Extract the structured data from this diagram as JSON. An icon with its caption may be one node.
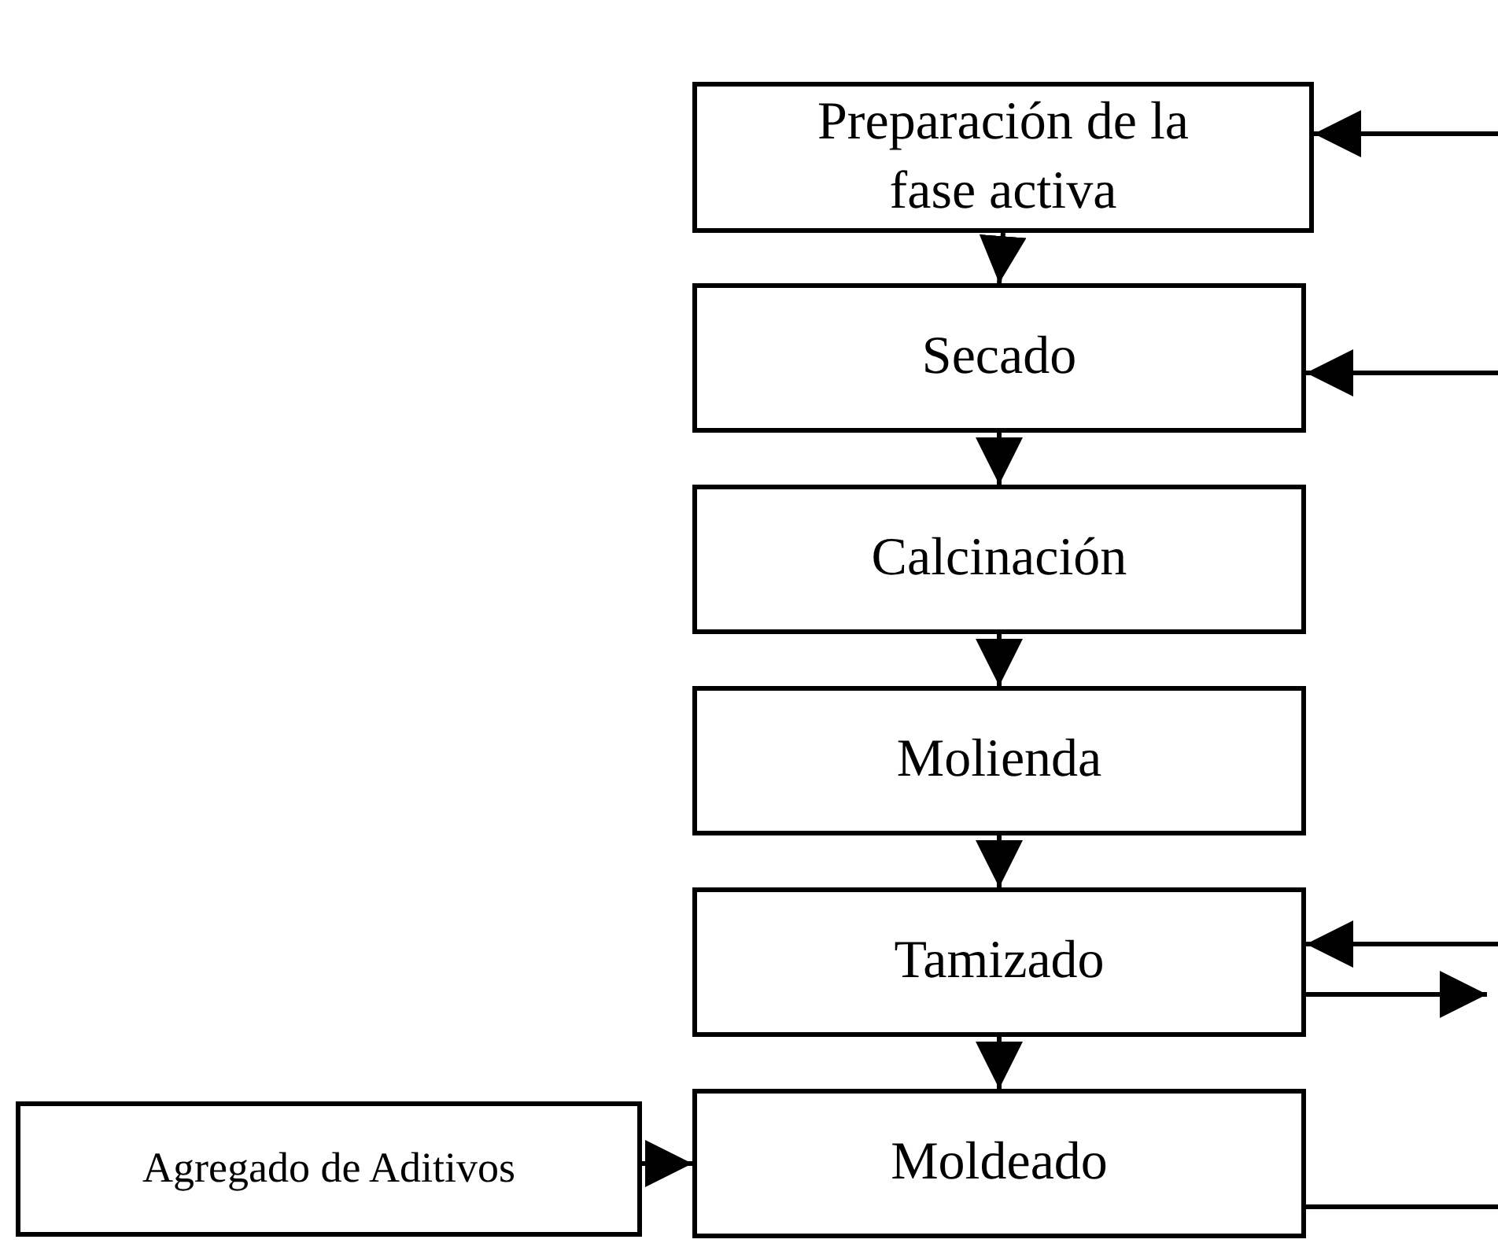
{
  "diagram": {
    "nodes": [
      {
        "text": [
          "Preparación de la fase activa"
        ]
      },
      {
        "text": [
          "Secado"
        ]
      },
      {
        "text": [
          "Calcinación"
        ]
      },
      {
        "text": [
          "Molienda"
        ]
      },
      {
        "text": [
          "Tamizado"
        ]
      },
      {
        "text": [
          "Moldeado"
        ]
      },
      {
        "text": [
          "Agregado de Aditivos"
        ]
      }
    ],
    "edges": [
      {
        "from": null,
        "to": 0,
        "arrow": "to"
      },
      {
        "from": 0,
        "to": 1,
        "arrow": "to"
      },
      {
        "from": null,
        "to": 1,
        "arrow": "to"
      },
      {
        "from": 1,
        "to": 2,
        "arrow": "to"
      },
      {
        "from": 2,
        "to": 3,
        "arrow": "to"
      },
      {
        "from": 3,
        "to": 4,
        "arrow": "to"
      },
      {
        "from": null,
        "to": 4,
        "arrow": "to"
      },
      {
        "from": 4,
        "to": null,
        "arrow": "to"
      },
      {
        "from": 4,
        "to": 5,
        "arrow": "to"
      },
      {
        "from": 6,
        "to": 5,
        "arrow": "to"
      },
      {
        "from": 5,
        "to": null,
        "arrow": "none"
      }
    ]
  }
}
